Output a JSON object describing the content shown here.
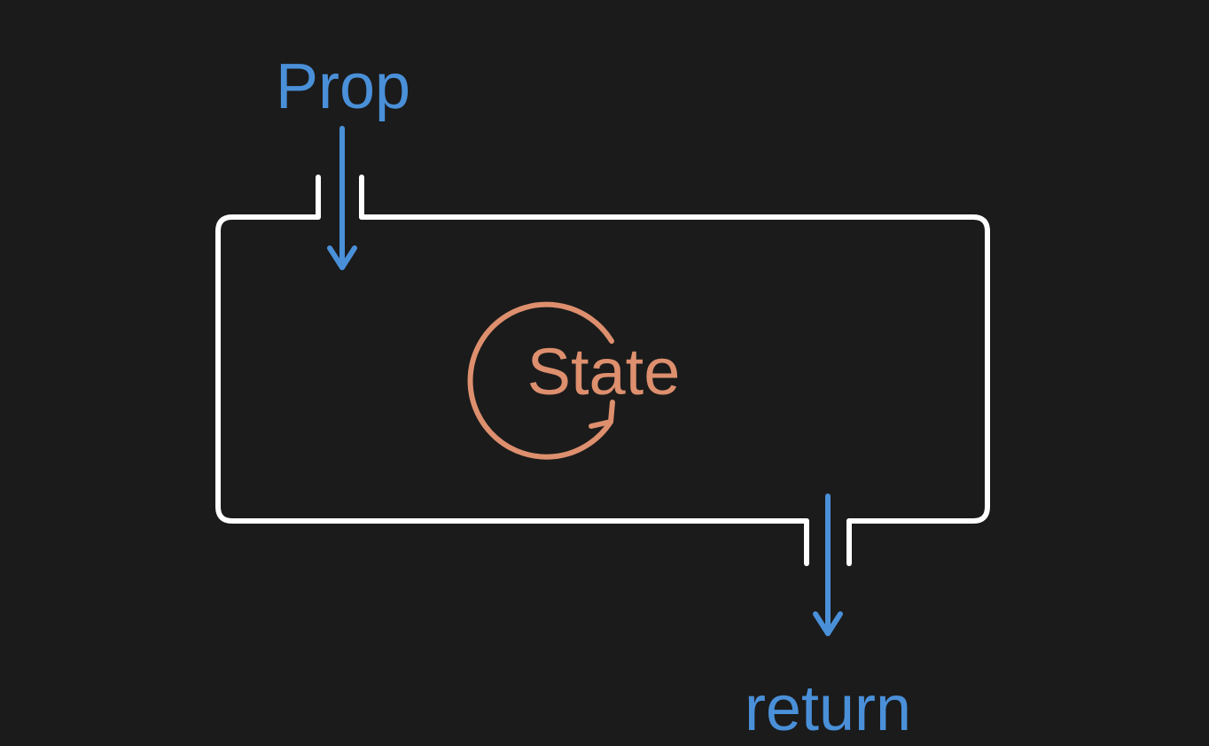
{
  "diagram": {
    "input_label": "Prop",
    "state_label": "State",
    "output_label": "return"
  },
  "colors": {
    "background": "#1b1b1b",
    "box_stroke": "#ffffff",
    "flow_arrows": "#4a90d9",
    "state": "#dd8f6e"
  },
  "icons": {
    "cycle": "circular-refresh-arrow"
  }
}
